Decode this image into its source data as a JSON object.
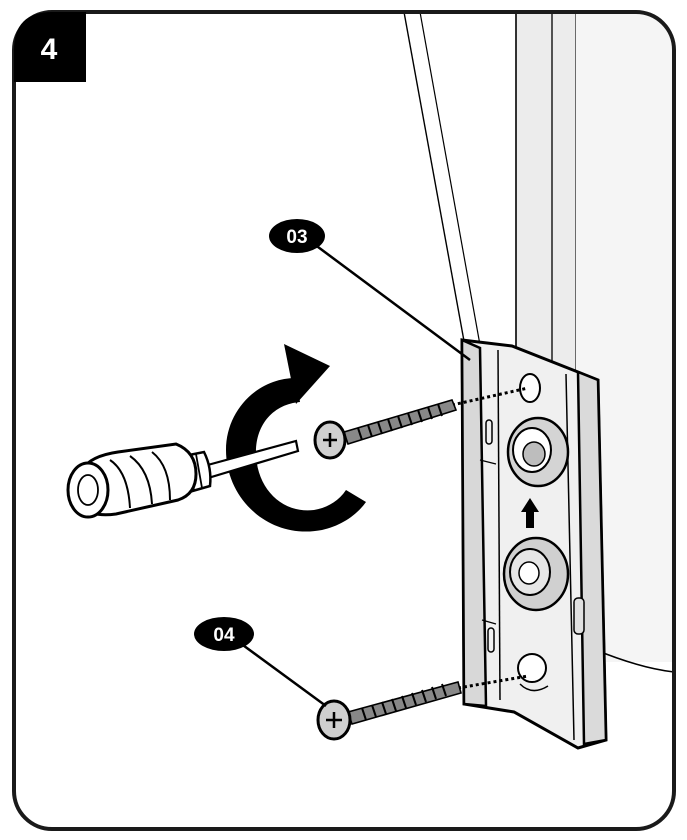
{
  "step": {
    "number": "4"
  },
  "callouts": [
    {
      "id": "callout-03",
      "label": "03"
    },
    {
      "id": "callout-04",
      "label": "04"
    }
  ],
  "colors": {
    "ink": "#000000",
    "frame": "#1a1a1a",
    "paper": "#ffffff",
    "shade": "#e9e9e9",
    "mid": "#cfcfcf"
  },
  "icons": [
    "screwdriver-icon",
    "rotate-clockwise-icon",
    "screw-icon",
    "bracket-icon"
  ]
}
